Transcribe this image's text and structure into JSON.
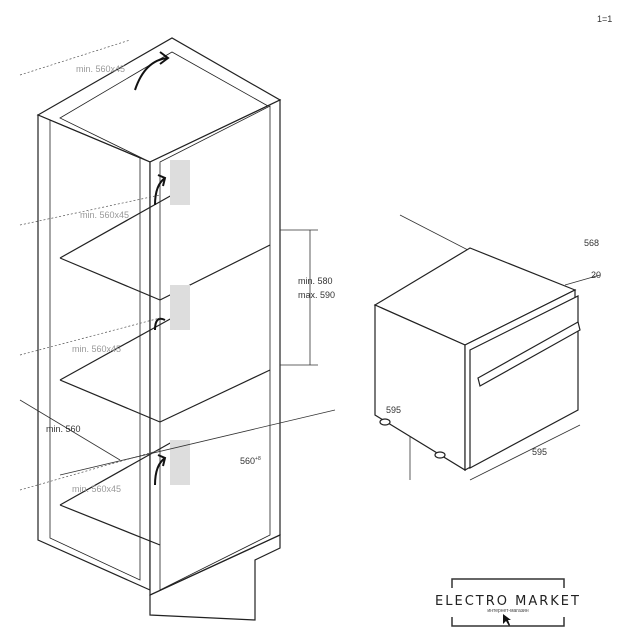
{
  "scale": "1=1",
  "cabinet": {
    "vent_labels": [
      "min. 560x45",
      "min. 560x45",
      "min. 560x45",
      "min. 560x45"
    ],
    "niche_height_min": "min. 580",
    "niche_height_max": "max. 590",
    "niche_width_min": "min. 560",
    "niche_depth": "560",
    "niche_depth_tolerance": "+8"
  },
  "oven": {
    "depth": "568",
    "door_thickness": "20",
    "height": "595",
    "width": "595"
  },
  "logo": {
    "name": "ELECTRO MARKET",
    "tagline": "интернет-магазин"
  }
}
